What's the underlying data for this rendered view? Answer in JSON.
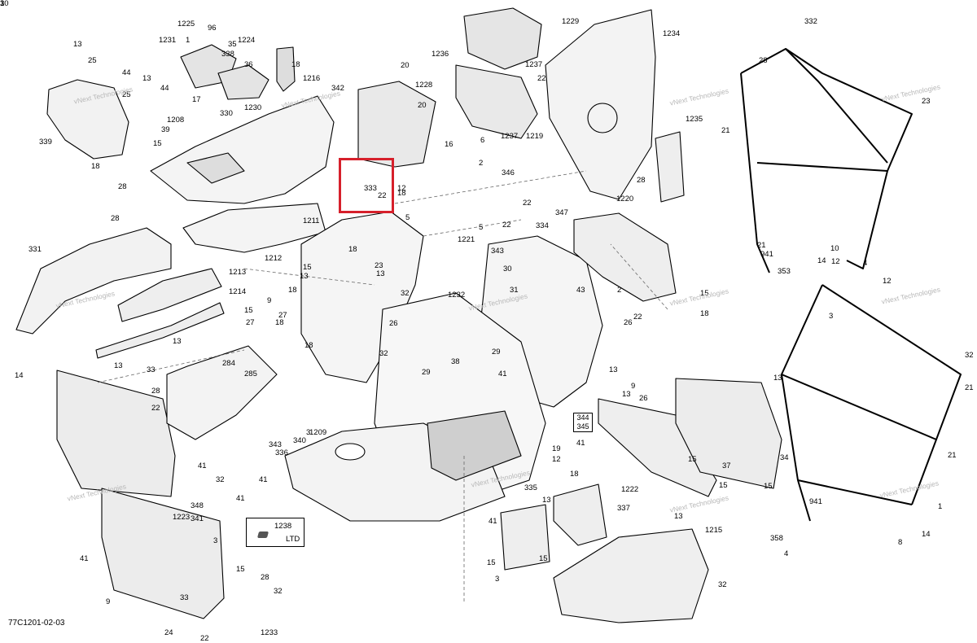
{
  "diagram": {
    "document_id": "77C1201-02-03",
    "highlight_callouts": [
      "333",
      "22"
    ],
    "reference_box": {
      "part_number": "1238",
      "tag": "LTD"
    },
    "stacked_callout": [
      "344",
      "345"
    ],
    "watermark_text": "vNext Technologies",
    "callouts": [
      "13",
      "25",
      "44",
      "13",
      "25",
      "44",
      "339",
      "39",
      "18",
      "15",
      "28",
      "1225",
      "96",
      "1231",
      "1",
      "35",
      "1224",
      "338",
      "36",
      "17",
      "18",
      "1216",
      "1230",
      "330",
      "1208",
      "20",
      "342",
      "1228",
      "20",
      "16",
      "1229",
      "1236",
      "1237",
      "22",
      "1234",
      "1235",
      "28",
      "1237",
      "1219",
      "346",
      "6",
      "2",
      "22",
      "1220",
      "333",
      "22",
      "12",
      "5",
      "18",
      "5",
      "22",
      "334",
      "347",
      "1211",
      "1212",
      "28",
      "331",
      "1213",
      "1214",
      "1221",
      "343",
      "30",
      "31",
      "43",
      "2",
      "15",
      "18",
      "22",
      "26",
      "18",
      "13",
      "15",
      "23",
      "13",
      "18",
      "32",
      "9",
      "27",
      "18",
      "15",
      "27",
      "18",
      "26",
      "32",
      "29",
      "38",
      "13",
      "284",
      "285",
      "13",
      "33",
      "28",
      "22",
      "14",
      "1232",
      "29",
      "41",
      "13",
      "9",
      "13",
      "26",
      "13",
      "34",
      "37",
      "15",
      "3",
      "1209",
      "340",
      "343",
      "336",
      "41",
      "41",
      "41",
      "32",
      "335",
      "19",
      "41",
      "12",
      "13",
      "18",
      "15",
      "1222",
      "15",
      "337",
      "348",
      "341",
      "1223",
      "3",
      "41",
      "15",
      "28",
      "32",
      "33",
      "9",
      "24",
      "22",
      "1233",
      "15",
      "15",
      "3",
      "13",
      "1215",
      "32",
      "41",
      "332",
      "28",
      "23",
      "21",
      "21",
      "941",
      "353",
      "10",
      "14",
      "4",
      "12",
      "3",
      "32",
      "21",
      "21",
      "941",
      "1",
      "358",
      "14",
      "8",
      "4",
      "12",
      "3",
      "10",
      "3"
    ]
  }
}
